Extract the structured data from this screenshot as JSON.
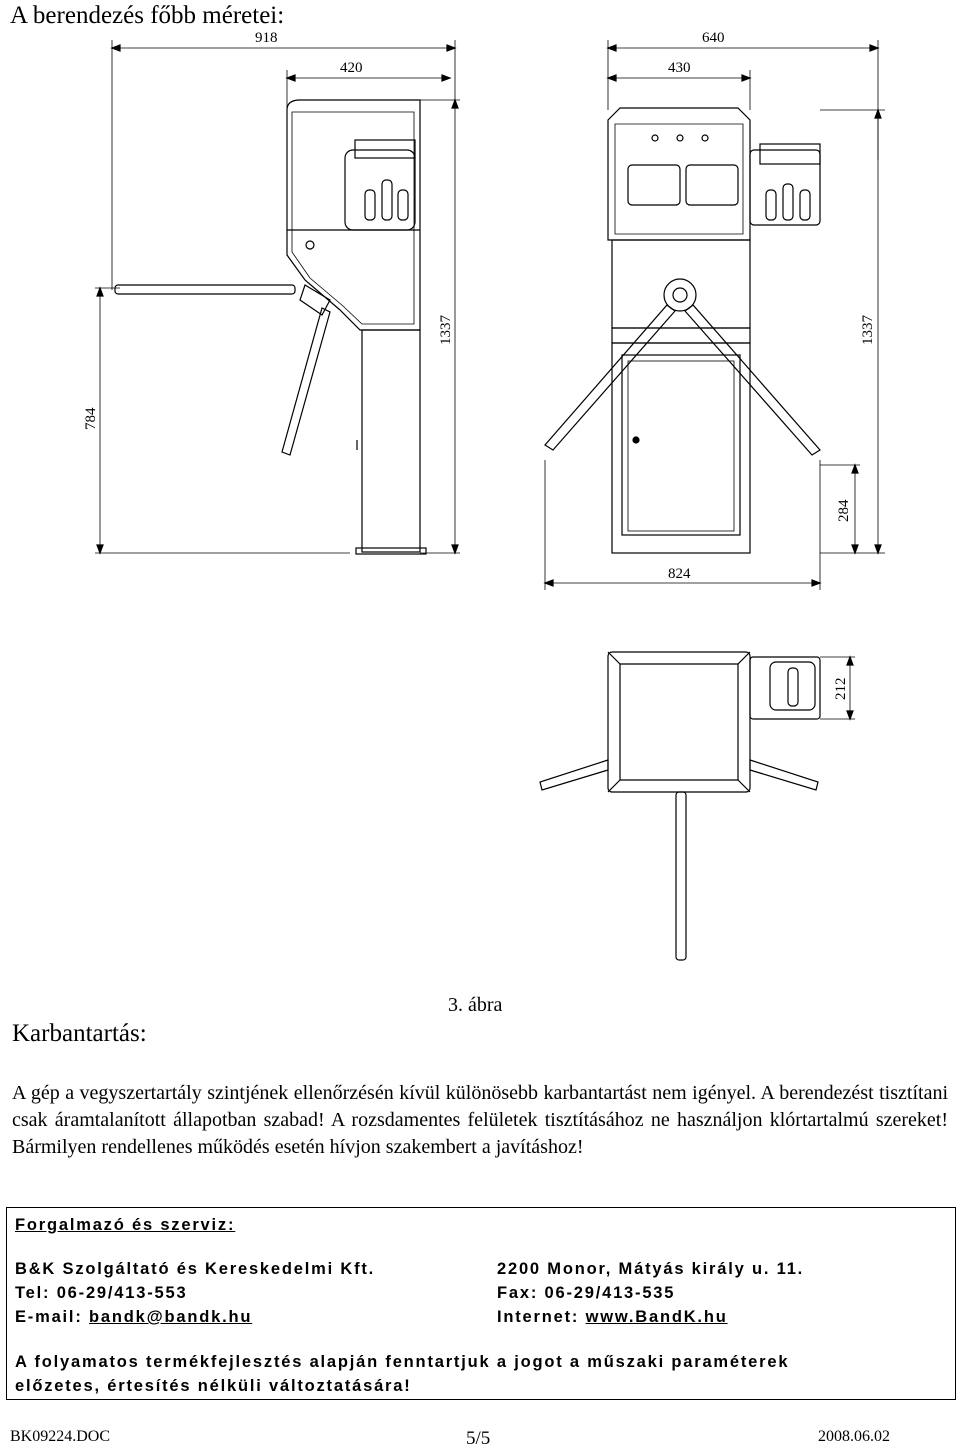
{
  "page": {
    "heading": "A berendezés főbb méretei:",
    "figure_caption": "3. ábra",
    "maintenance_heading": "Karbantartás:",
    "maintenance_text": "A gép a vegyszertartály szintjének ellenőrzésén kívül különösebb karbantartást nem igényel. A berendezést tisztítani csak áramtalanított állapotban szabad! A rozsdamentes felületek tisztításához ne használjon klórtartalmú szereket! Bármilyen rendellenes működés esetén hívjon szakembert a javításhoz!"
  },
  "drawing": {
    "dimensions": {
      "side_total_width": "918",
      "side_top_width": "420",
      "side_arm_height": "784",
      "side_total_height": "1337",
      "front_total_width": "640",
      "front_body_width": "430",
      "front_total_height": "1337",
      "front_base_height": "284",
      "front_base_width": "824",
      "top_box_depth": "212"
    },
    "colors": {
      "line": "#000000",
      "panel": "#d9d9d9"
    }
  },
  "contact": {
    "title": "Forgalmazó és szerviz:",
    "company": "B&K Szolgáltató és Kereskedelmi Kft.",
    "address": "2200 Monor, Mátyás király u. 11.",
    "tel": "Tel: 06-29/413-553",
    "fax": "Fax: 06-29/413-535",
    "email_label": "E-mail: ",
    "email": "bandk@bandk.hu",
    "internet_label": "Internet: ",
    "internet": "www.BandK.hu",
    "notice_line1": "A folyamatos termékfejlesztés alapján fenntartjuk a jogot a műszaki paraméterek",
    "notice_line2": "előzetes, értesítés nélküli változtatására!"
  },
  "footer": {
    "doc_id": "BK09224.DOC",
    "page_number": "5/5",
    "date": "2008.06.02"
  }
}
